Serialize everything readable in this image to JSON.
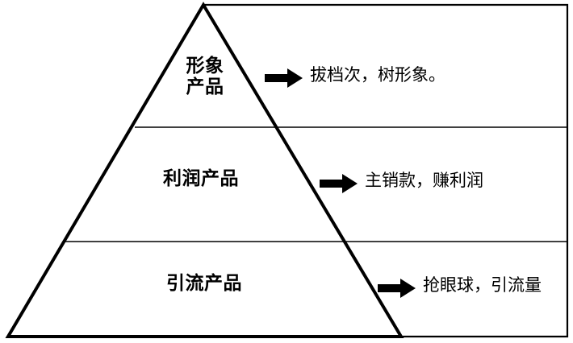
{
  "diagram": {
    "type": "product-pyramid",
    "title": "",
    "shape": {
      "pyramid_outline_color": "#000000",
      "panel_border_color": "#000000",
      "divider_color": "#000000",
      "background_color": "#ffffff",
      "text_color": "#000000",
      "arrow_color": "#000000"
    },
    "tiers": [
      {
        "id": "image-product",
        "position": "top",
        "label": "形象\n产品",
        "label_lines": [
          "形象",
          "产品"
        ],
        "arrow_icon": "right-arrow-icon",
        "description": "拔档次，树形象。"
      },
      {
        "id": "profit-product",
        "position": "middle",
        "label": "利润产品",
        "label_lines": [
          "利润产品"
        ],
        "arrow_icon": "right-arrow-icon",
        "description": "主销款，赚利润"
      },
      {
        "id": "traffic-product",
        "position": "bottom",
        "label": "引流产品",
        "label_lines": [
          "引流产品"
        ],
        "arrow_icon": "right-arrow-icon",
        "description": "抢眼球，引流量"
      }
    ]
  }
}
